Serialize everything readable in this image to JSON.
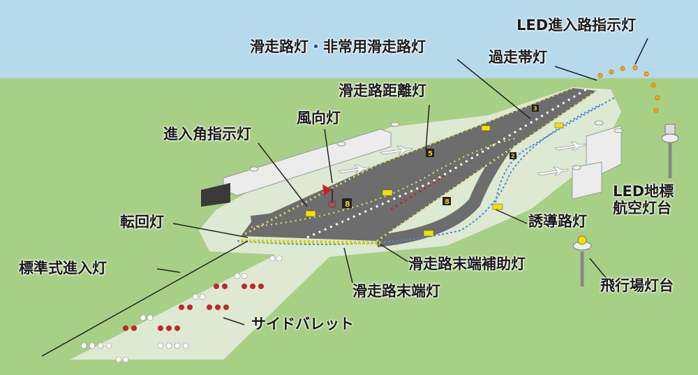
{
  "colors": {
    "sky": "#b6d9ec",
    "grass": "#a8cf86",
    "apron": "#dde9d3",
    "asphalt": "#6d6d6d",
    "edge_light": "#e6e36a",
    "threshold_light": "#d6d000",
    "red_light": "#c0272d",
    "white_light": "#ffffff",
    "taxiway_blue": "#4d8ad6",
    "building": "#ececec"
  },
  "labels": {
    "led_approach_path": "LED進入路指示灯",
    "runway_lights": "滑走路灯",
    "separator": "・",
    "emergency_runway_lights": "非常用滑走路灯",
    "overrun_lights": "過走帯灯",
    "runway_distance": "滑走路距離灯",
    "wind_direction": "風向灯",
    "approach_angle": "進入角指示灯",
    "turning_lights": "転回灯",
    "standard_approach": "標準式進入灯",
    "side_barrette": "サイドバレット",
    "runway_end": "滑走路末端灯",
    "runway_end_aux": "滑走路末端補助灯",
    "taxiway_lights": "誘導路灯",
    "led_landmark_line1": "LED地標",
    "led_landmark_line2": "航空灯台",
    "aerodrome_beacon": "飛行場灯台"
  },
  "signs": {
    "distance_marker_a": "5",
    "distance_marker_b": "8",
    "distance_marker_c": "8",
    "distance_marker_d": "3",
    "distance_marker_e": "2"
  },
  "icons": [
    "wind-cone-icon",
    "beacon-tower-icon",
    "landmark-beacon-icon",
    "airplane-icon"
  ]
}
